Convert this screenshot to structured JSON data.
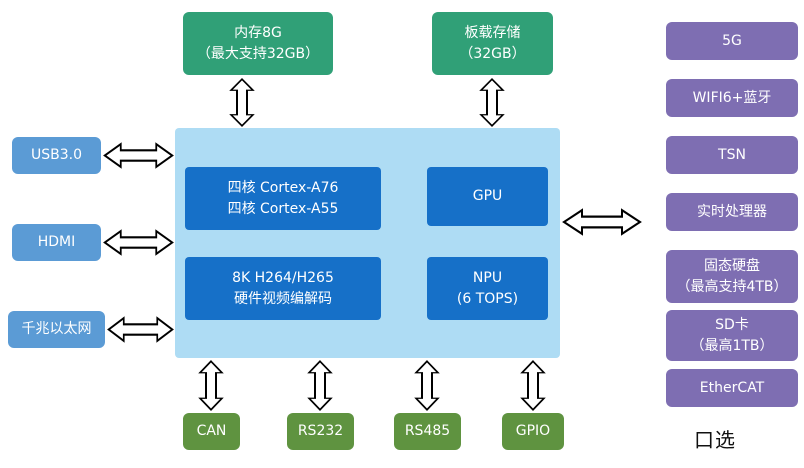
{
  "colors": {
    "teal": "#30A077",
    "blue": "#5B9BD5",
    "soc_background": "#AEDCF4",
    "dark_blue": "#1670C8",
    "purple": "#7E6EB2",
    "green": "#5F9340",
    "arrow_fill": "#FFFFFF",
    "arrow_stroke": "#000000"
  },
  "top_boxes": [
    {
      "label": "内存8G\n（最大支持32GB）"
    },
    {
      "label": "板载存储\n（32GB）"
    }
  ],
  "left_boxes": [
    {
      "label": "USB3.0"
    },
    {
      "label": "HDMI"
    },
    {
      "label": "千兆以太网"
    }
  ],
  "soc": {
    "cpu": "四核 Cortex-A76\n四核 Cortex-A55",
    "gpu": "GPU",
    "codec": "8K H264/H265\n硬件视频编解码",
    "npu": "NPU\n(6 TOPS)"
  },
  "right_boxes": [
    {
      "label": "5G"
    },
    {
      "label": "WIFI6+蓝牙"
    },
    {
      "label": "TSN"
    },
    {
      "label": "实时处理器"
    },
    {
      "label": "固态硬盘\n（最高支持4TB）"
    },
    {
      "label": "SD卡\n（最高1TB）"
    },
    {
      "label": "EtherCAT"
    }
  ],
  "bottom_boxes": [
    {
      "label": "CAN"
    },
    {
      "label": "RS232"
    },
    {
      "label": "RS485"
    },
    {
      "label": "GPIO"
    }
  ],
  "legend": "口选"
}
